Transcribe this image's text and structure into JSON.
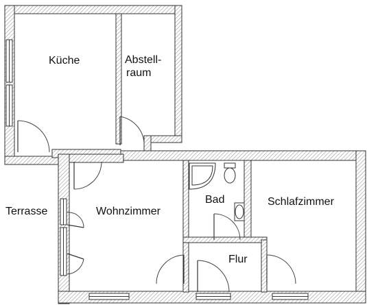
{
  "rooms": {
    "kitchen": "Küche",
    "storage_line1": "Abstell-",
    "storage_line2": "raum",
    "living": "Wohnzimmer",
    "bath": "Bad",
    "bedroom": "Schlafzimmer",
    "hall": "Flur",
    "terrace": "Terrasse"
  },
  "colors": {
    "wall_stroke": "#333333",
    "hatch": "#888888",
    "background": "#ffffff"
  }
}
